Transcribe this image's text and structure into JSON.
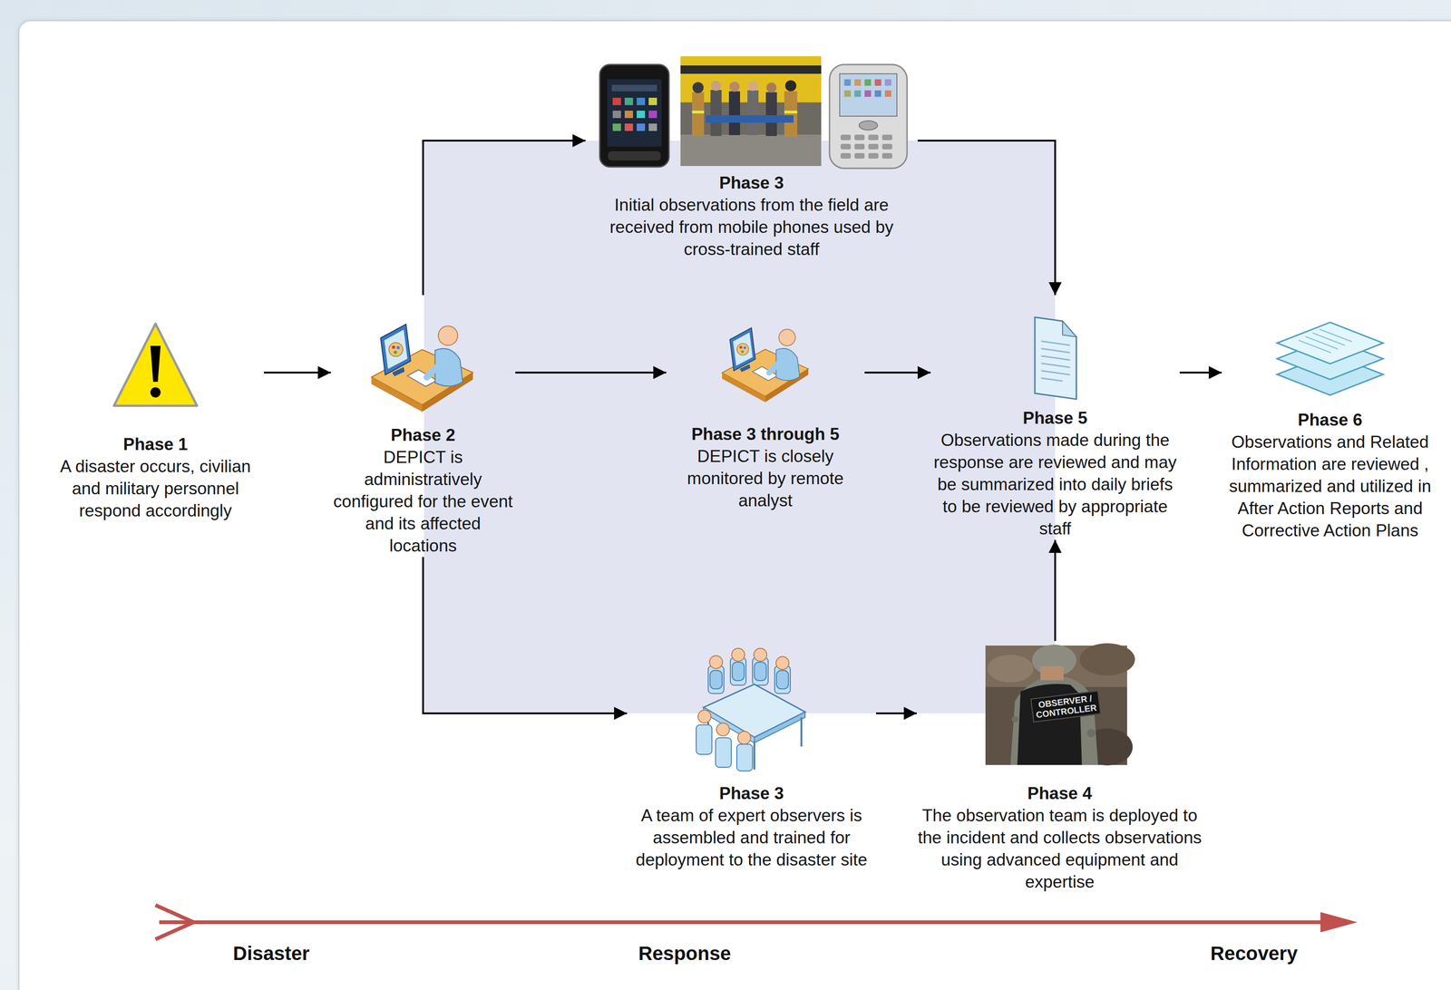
{
  "diagram": {
    "nodes": [
      {
        "text": [
          "Phase 1",
          "A disaster occurs, civilian and military personnel respond accordingly"
        ]
      },
      {
        "text": [
          "Phase 2",
          "DEPICT is administratively configured for the event and its affected locations"
        ]
      },
      {
        "text": [
          "Phase 3",
          "Initial observations from the field are received from mobile phones used by cross-trained staff"
        ]
      },
      {
        "text": [
          "Phase 3 through 5",
          "DEPICT is closely monitored by remote analyst"
        ]
      },
      {
        "text": [
          "Phase 5",
          "Observations made during the response are reviewed and may be summarized into daily briefs to be reviewed by appropriate staff"
        ]
      },
      {
        "text": [
          "Phase 6",
          "Observations and Related Information are reviewed , summarized and utilized in After Action Reports and Corrective Action Plans"
        ]
      },
      {
        "text": [
          "Phase 3",
          "A team of expert observers is assembled and trained for deployment to the disaster site"
        ]
      },
      {
        "text": [
          "Phase 4",
          "The observation team is deployed to the incident and collects observations using advanced equipment and expertise"
        ]
      }
    ],
    "edges": [
      {
        "from": 0,
        "to": 1,
        "arrow": "to"
      },
      {
        "from": 1,
        "to": 2,
        "arrow": "to"
      },
      {
        "from": 2,
        "to": 4,
        "arrow": "to"
      },
      {
        "from": 1,
        "to": 3,
        "arrow": "to"
      },
      {
        "from": 3,
        "to": 4,
        "arrow": "to"
      },
      {
        "from": 4,
        "to": 5,
        "arrow": "to"
      },
      {
        "from": 1,
        "to": 6,
        "arrow": "to"
      },
      {
        "from": 6,
        "to": 7,
        "arrow": "to"
      },
      {
        "from": 7,
        "to": 4,
        "arrow": "to"
      }
    ],
    "labels": [
      "OBSERVER / CONTROLLER",
      "Disaster",
      "Response",
      "Recovery"
    ]
  }
}
